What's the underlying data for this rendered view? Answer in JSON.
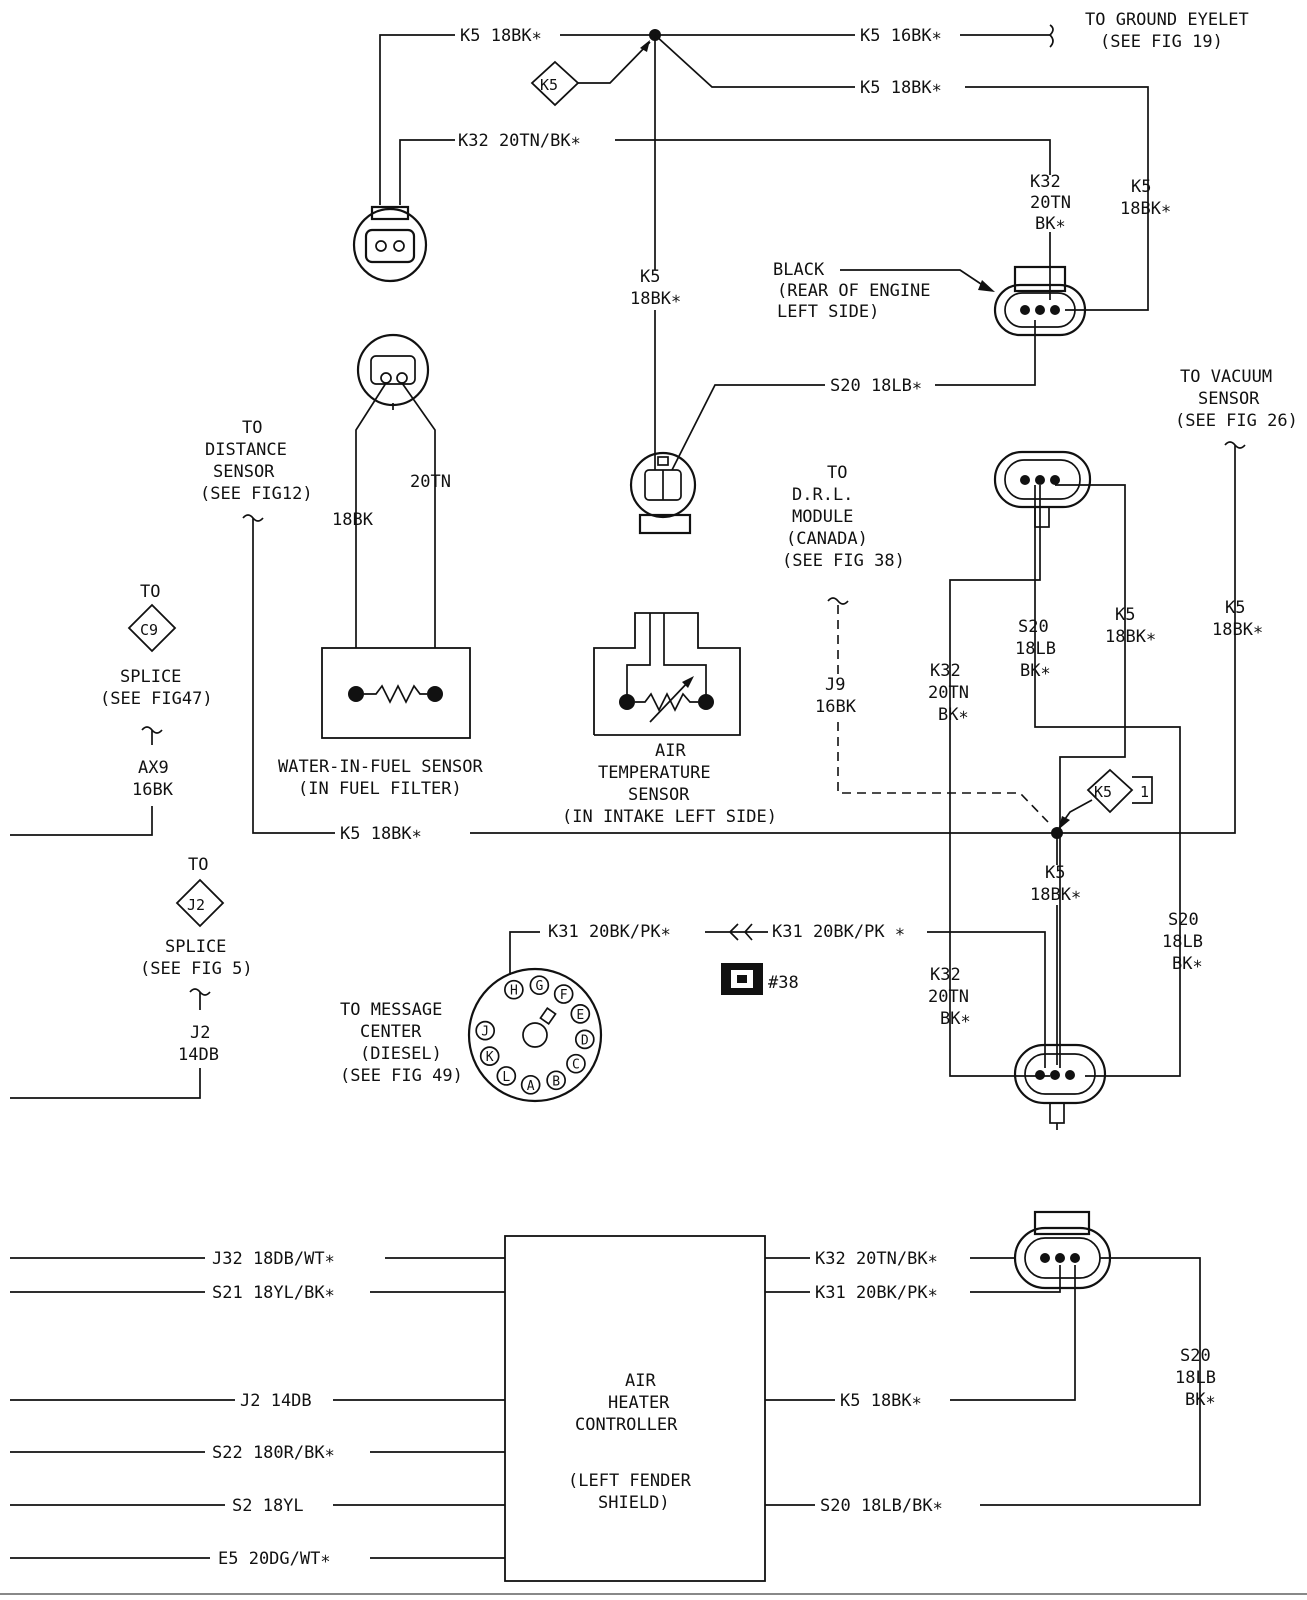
{
  "wires": {
    "top_k5_left": "K5 18BK∗",
    "top_k5_ground": "K5 16BK∗",
    "top_k5_right": "K5 18BK∗",
    "top_k32": "K32 20TN/BK∗",
    "vert_k5": [
      "K5",
      "18BK∗"
    ],
    "conn_k32": [
      "K32",
      "20TN",
      "BK∗"
    ],
    "conn_k5": [
      "K5",
      "18BK∗"
    ],
    "s20_mid": "S20 18LB∗",
    "wif_18bk": "18BK",
    "wif_20tn": "20TN",
    "mid_k5": "K5 18BK∗",
    "ax9": [
      "AX9",
      "16BK"
    ],
    "j2": [
      "J2",
      "14DB"
    ],
    "j9": [
      "J9",
      "16BK"
    ],
    "r_s20_upper": [
      "S20",
      "18LB",
      "BK∗"
    ],
    "r_k5_upper": [
      "K5",
      "18BK∗"
    ],
    "r_k32_upper": [
      "K32",
      "20TN",
      "BK∗"
    ],
    "r_k5_vac": [
      "K5",
      "18BK∗"
    ],
    "r_k5_lower": [
      "K5",
      "18BK∗"
    ],
    "r_k32_lower": [
      "K32",
      "20TN",
      "BK∗"
    ],
    "r_s20_lower": [
      "S20",
      "18LB",
      "BK∗"
    ],
    "k31_left": "K31 20BK/PK∗",
    "k31_right": "K31 20BK/PK ∗",
    "conn_38": "#38",
    "ctrl_left": [
      "J32 18DB/WT∗",
      "S21 18YL/BK∗",
      "J2 14DB",
      "S22 180R/BK∗",
      "S2 18YL",
      "E5 20DG/WT∗"
    ],
    "ctrl_right": [
      "K32 20TN/BK∗",
      "K31 20BK/PK∗",
      "K5 18BK∗",
      "S20 18LB/BK∗"
    ],
    "ctrl_s20": [
      "S20",
      "18LB",
      "BK∗"
    ]
  },
  "labels": {
    "ground_ref": [
      "TO GROUND EYELET",
      "(SEE FIG 19)"
    ],
    "black_conn": [
      "BLACK",
      "(REAR OF ENGINE",
      "LEFT SIDE)"
    ],
    "vacuum": [
      "TO VACUUM",
      "SENSOR",
      "(SEE FIG 26)"
    ],
    "distance": [
      "TO",
      "DISTANCE",
      "SENSOR",
      "(SEE FIG12)"
    ],
    "drl": [
      "TO",
      "D.R.L.",
      "MODULE",
      "(CANADA)",
      "(SEE FIG 38)"
    ],
    "c9": [
      "TO",
      "SPLICE",
      "(SEE FIG47)"
    ],
    "j2_ref": [
      "TO",
      "SPLICE",
      "(SEE FIG 5)"
    ],
    "wif_sensor": [
      "WATER-IN-FUEL SENSOR",
      "(IN FUEL FILTER)"
    ],
    "air_temp": [
      "AIR",
      "TEMPERATURE",
      "SENSOR",
      "(IN INTAKE LEFT SIDE)"
    ],
    "message_center": [
      "TO MESSAGE",
      "CENTER",
      "(DIESEL)",
      "(SEE FIG 49)"
    ],
    "controller": [
      "AIR",
      "HEATER",
      "CONTROLLER",
      "(LEFT FENDER",
      "SHIELD)"
    ]
  },
  "splices": {
    "k5_top": "K5",
    "k5_mid": "K5",
    "k5_mid_index": "1",
    "c9": "C9",
    "j2": "J2"
  },
  "pins": [
    "H",
    "G",
    "F",
    "E",
    "D",
    "C",
    "B",
    "A",
    "L",
    "K",
    "J"
  ]
}
